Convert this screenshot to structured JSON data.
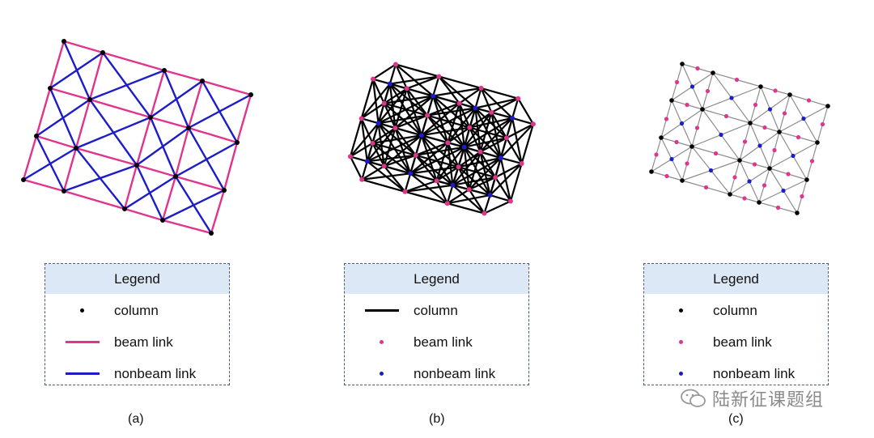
{
  "colors": {
    "column": "#000000",
    "beam": "#e0358e",
    "nonbeam": "#1c1cc8",
    "grid_c": "#8c8c8c"
  },
  "panels": [
    {
      "caption": "(a)",
      "legend": {
        "title": "Legend",
        "items": [
          {
            "label": "column",
            "symbol": "dot",
            "color": "#000000"
          },
          {
            "label": "beam link",
            "symbol": "line",
            "color": "#e0358e"
          },
          {
            "label": "nonbeam link",
            "symbol": "line",
            "color": "#1c1cc8"
          }
        ]
      }
    },
    {
      "caption": "(b)",
      "legend": {
        "title": "Legend",
        "items": [
          {
            "label": "column",
            "symbol": "line",
            "color": "#000000"
          },
          {
            "label": "beam link",
            "symbol": "dot",
            "color": "#e0358e"
          },
          {
            "label": "nonbeam link",
            "symbol": "dot",
            "color": "#1c1cc8"
          }
        ]
      }
    },
    {
      "caption": "(c)",
      "legend": {
        "title": "Legend",
        "items": [
          {
            "label": "column",
            "symbol": "dot",
            "color": "#000000"
          },
          {
            "label": "beam link",
            "symbol": "dot",
            "color": "#e0358e"
          },
          {
            "label": "nonbeam link",
            "symbol": "dot",
            "color": "#1c1cc8"
          }
        ]
      }
    }
  ],
  "watermark": "陆新征课题组"
}
